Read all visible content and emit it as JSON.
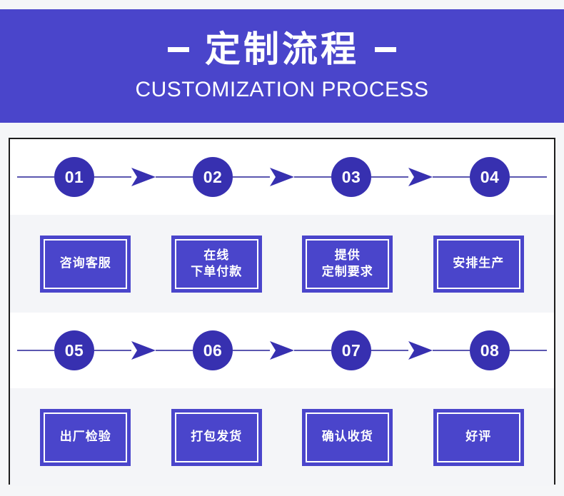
{
  "header": {
    "title": "定制流程",
    "subtitle": "CUSTOMIZATION PROCESS",
    "left_dash": "–",
    "right_dash": "–",
    "background_color": "#4a45cb",
    "text_color": "#ffffff"
  },
  "colors": {
    "banner": "#4a45cb",
    "box_fill": "#4a45cb",
    "circle_fill": "#3730b0",
    "rail": "#5b57b0",
    "page_bg": "#f5f6f8",
    "row_bg": "#f4f5f8",
    "panel_border": "#1d1d1d",
    "inner_border": "#ffffff"
  },
  "flow": {
    "rows": [
      {
        "steps": [
          {
            "number": "01",
            "label": "咨询客服"
          },
          {
            "number": "02",
            "label": "在线\n下单付款"
          },
          {
            "number": "03",
            "label": "提供\n定制要求"
          },
          {
            "number": "04",
            "label": "安排生产"
          }
        ]
      },
      {
        "steps": [
          {
            "number": "05",
            "label": "出厂检验"
          },
          {
            "number": "06",
            "label": "打包发货"
          },
          {
            "number": "07",
            "label": "确认收货"
          },
          {
            "number": "08",
            "label": "好评"
          }
        ]
      }
    ]
  }
}
